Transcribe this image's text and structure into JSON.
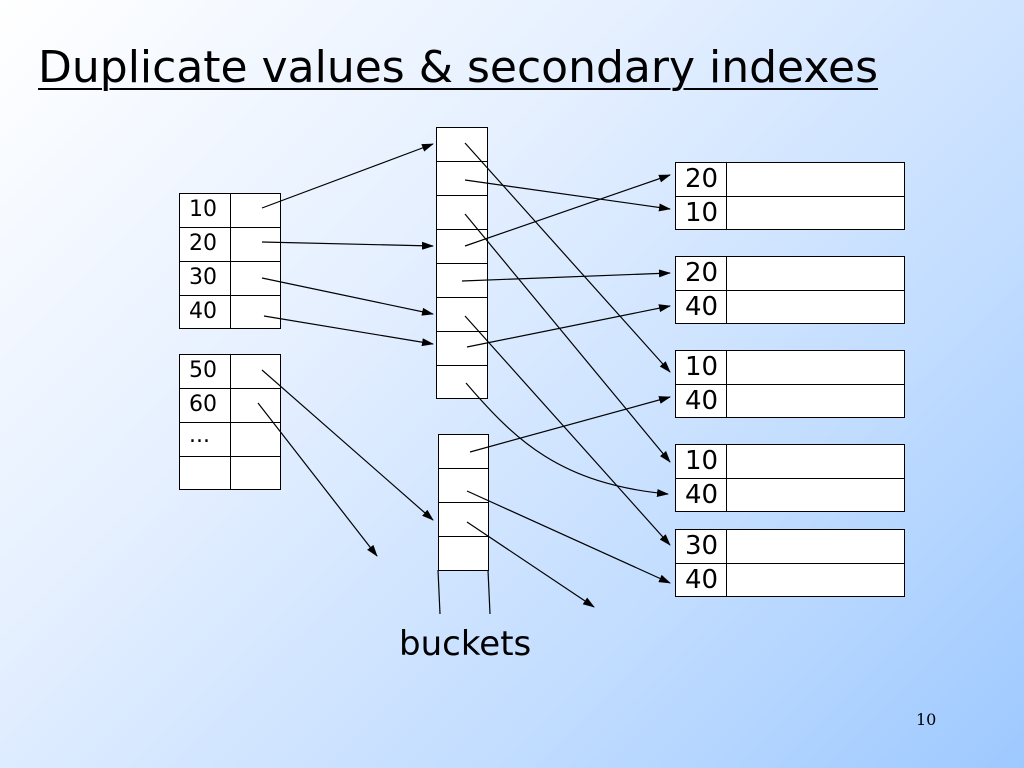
{
  "title": "Duplicate values & secondary indexes",
  "index_keys_block1": [
    "10",
    "20",
    "30",
    "40"
  ],
  "index_keys_block2": [
    "50",
    "60",
    "...",
    ""
  ],
  "records": [
    [
      "20",
      "10"
    ],
    [
      "20",
      "40"
    ],
    [
      "10",
      "40"
    ],
    [
      "10",
      "40"
    ],
    [
      "30",
      "40"
    ]
  ],
  "caption": "buckets",
  "page_number": "10"
}
